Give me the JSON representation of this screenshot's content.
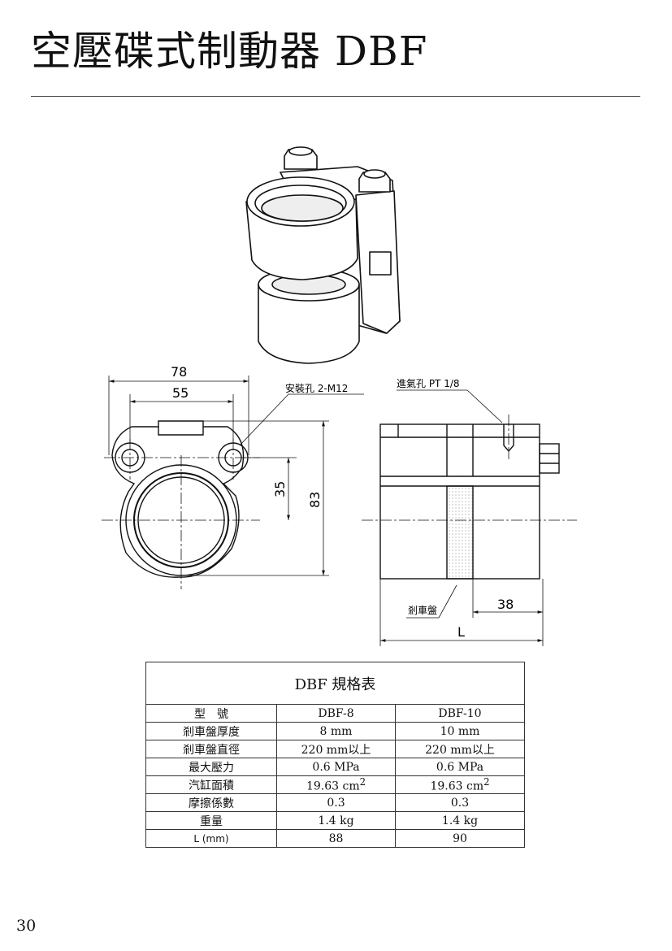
{
  "page": {
    "title": "空壓碟式制動器 DBF",
    "page_number": "30"
  },
  "drawing": {
    "dim_78": "78",
    "dim_55": "55",
    "dim_35": "35",
    "dim_83": "83",
    "dim_38": "38",
    "dim_L": "L",
    "mount_hole_label": "安裝孔 2-M12",
    "air_inlet_label": "進氣孔 PT 1/8",
    "brake_disc_label": "剎車盤"
  },
  "spec_table": {
    "caption": "DBF 規格表",
    "header": [
      "型　號",
      "DBF-8",
      "DBF-10"
    ],
    "rows": [
      {
        "label": "剎車盤厚度",
        "v1": "8 mm",
        "v2": "10 mm"
      },
      {
        "label": "剎車盤直徑",
        "v1": "220 mm以上",
        "v2": "220 mm以上"
      },
      {
        "label": "最大壓力",
        "v1": "0.6 MPa",
        "v2": "0.6 MPa"
      },
      {
        "label": "汽缸面積",
        "v1": "19.63 cm",
        "v2": "19.63 cm",
        "sup": "2"
      },
      {
        "label": "摩擦係數",
        "v1": "0.3",
        "v2": "0.3"
      },
      {
        "label": "重量",
        "v1": "1.4 kg",
        "v2": "1.4 kg"
      },
      {
        "label": "L (mm)",
        "v1": "88",
        "v2": "90"
      }
    ]
  }
}
